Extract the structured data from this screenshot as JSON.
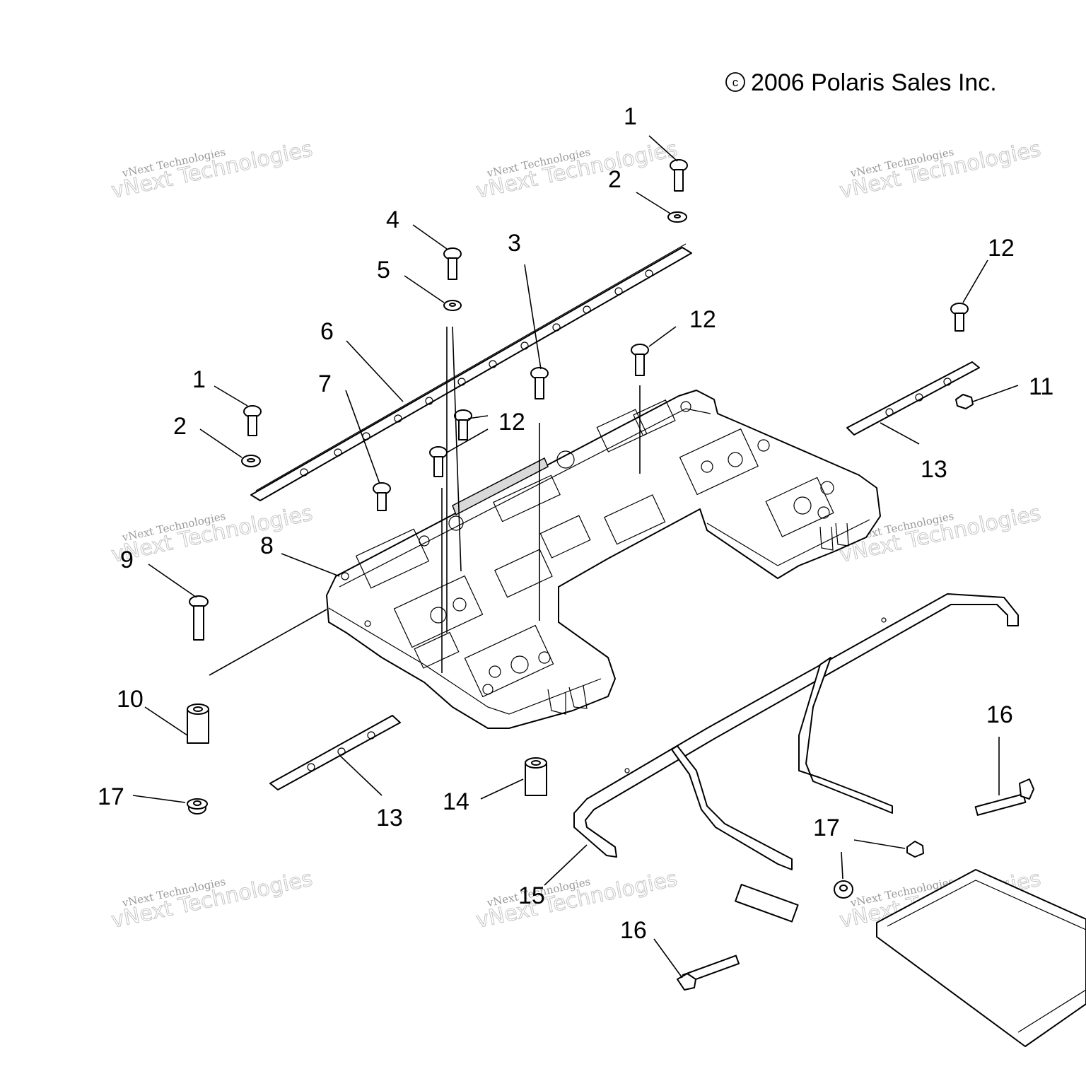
{
  "copyright": "2006 Polaris Sales Inc.",
  "copyright_symbol": "©",
  "watermark": {
    "line1": "vNext Technologies",
    "line2": "vNext Technologies"
  },
  "callouts": {
    "c1a": "1",
    "c2a": "2",
    "c4": "4",
    "c3": "3",
    "c5": "5",
    "c6": "6",
    "c12a": "12",
    "c12b": "12",
    "c12c": "12",
    "c1b": "1",
    "c2b": "2",
    "c7": "7",
    "c11": "11",
    "c13a": "13",
    "c8": "8",
    "c9": "9",
    "c10": "10",
    "c16a": "16",
    "c17a": "17",
    "c13b": "13",
    "c14": "14",
    "c17b": "17",
    "c15": "15",
    "c16b": "16"
  }
}
